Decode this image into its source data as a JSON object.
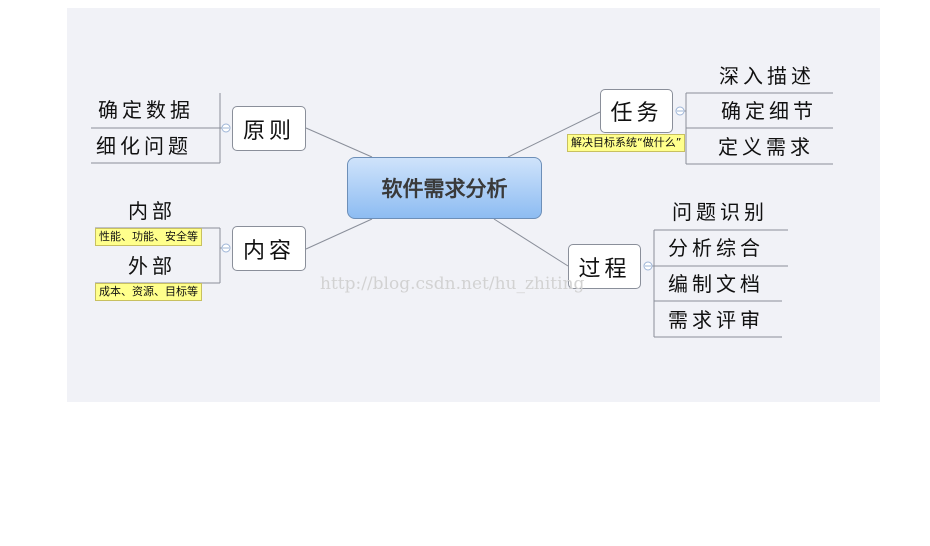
{
  "center": {
    "label": "软件需求分析"
  },
  "branches": {
    "principle": {
      "label": "原则",
      "children": [
        "确定数据",
        "细化问题"
      ]
    },
    "content": {
      "label": "内容",
      "children": [
        {
          "label": "内部",
          "note": "性能、功能、安全等"
        },
        {
          "label": "外部",
          "note": "成本、资源、目标等"
        }
      ]
    },
    "task": {
      "label": "任务",
      "note": "解决目标系统“做什么”",
      "children": [
        "深入描述",
        "确定细节",
        "定义需求"
      ]
    },
    "process": {
      "label": "过程",
      "children": [
        "问题识别",
        "分析综合",
        "编制文档",
        "需求评审"
      ]
    }
  },
  "watermark": "http://blog.csdn.net/hu_zhiting",
  "colors": {
    "canvas": "#f1f2f7",
    "center_top": "#cfe3fb",
    "center_bottom": "#8dbcf2",
    "note": "#ffff8c"
  }
}
